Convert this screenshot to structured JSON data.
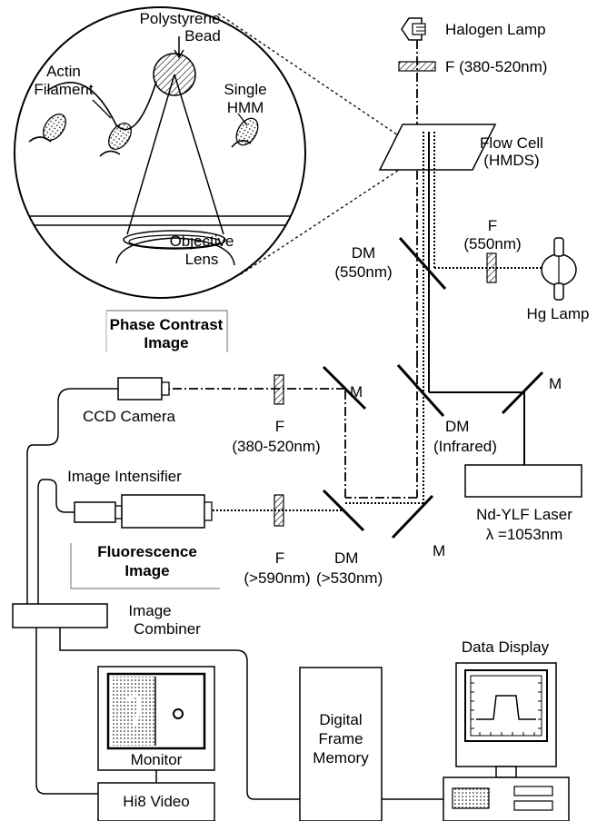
{
  "labels": {
    "halogen_lamp": "Halogen Lamp",
    "filter_halogen": "F (380-520nm)",
    "flow_cell": [
      "Flow Cell",
      "(HMDS)"
    ],
    "dm_550": [
      "DM",
      "(550nm)"
    ],
    "f_550": [
      "F",
      "(550nm)"
    ],
    "hg_lamp": "Hg Lamp",
    "mirror": "M",
    "dm_infrared": [
      "DM",
      "(Infrared)"
    ],
    "laser": [
      "Nd-YLF Laser",
      "λ =1053nm"
    ],
    "phase_contrast": [
      "Phase Contrast",
      "Image"
    ],
    "ccd_camera": "CCD Camera",
    "f_380_520": [
      "F",
      "(380-520nm)"
    ],
    "image_intensifier": "Image Intensifier",
    "fluorescence": [
      "Fluorescence",
      "Image"
    ],
    "f_590": [
      "F",
      "(>590nm)"
    ],
    "dm_530": [
      "DM",
      "(>530nm)"
    ],
    "image_combiner": [
      "Image",
      "Combiner"
    ],
    "data_display": "Data Display",
    "monitor": "Monitor",
    "digital_frame_memory": [
      "Digital",
      "Frame",
      "Memory"
    ],
    "hi8_video": "Hi8 Video"
  },
  "inset": {
    "polystyrene_bead": [
      "Polystyrene",
      "Bead"
    ],
    "actin_filament": [
      "Actin",
      "Filament"
    ],
    "single_hmm": [
      "Single",
      "HMM"
    ],
    "objective_lens": [
      "Objective",
      "Lens"
    ]
  }
}
